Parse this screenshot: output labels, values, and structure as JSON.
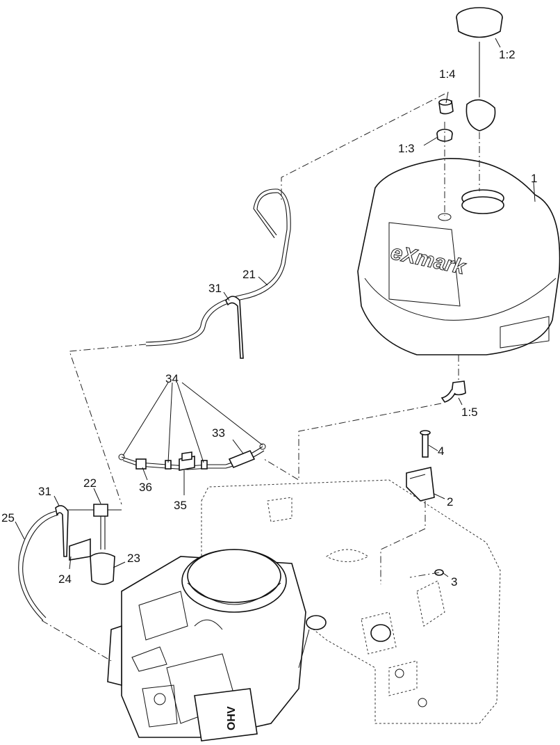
{
  "callouts": {
    "c1": "1",
    "c1_2": "1:2",
    "c1_3": "1:3",
    "c1_4": "1:4",
    "c1_5": "1:5",
    "c2": "2",
    "c3": "3",
    "c4": "4",
    "c21": "21",
    "c22": "22",
    "c23": "23",
    "c24": "24",
    "c25": "25",
    "c31a": "31",
    "c31b": "31",
    "c33": "33",
    "c34": "34",
    "c35": "35",
    "c36": "36"
  },
  "tank_logo": "eXmark",
  "engine_stamp": "OHV"
}
